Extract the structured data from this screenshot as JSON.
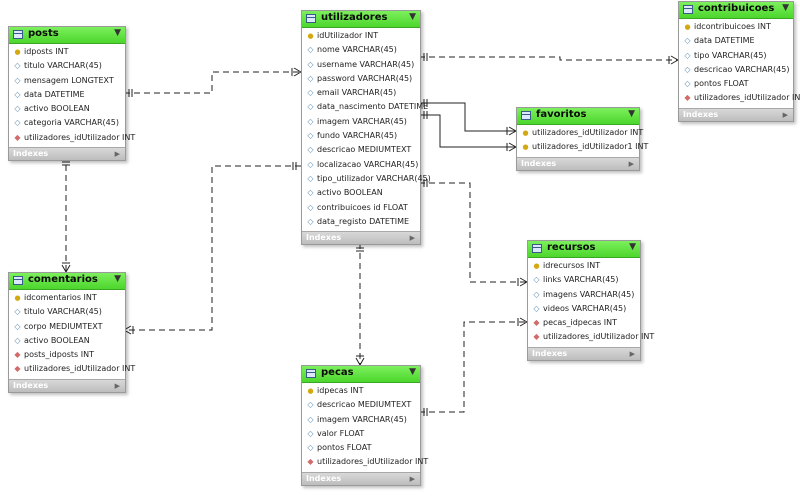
{
  "tables": [
    {
      "id": "posts",
      "name": "posts",
      "footer": "Indexes",
      "columns": [
        {
          "text": "idposts INT",
          "icon": "primary-key-icon"
        },
        {
          "text": "titulo VARCHAR(45)",
          "icon": "column-icon"
        },
        {
          "text": "mensagem LONGTEXT",
          "icon": "column-icon"
        },
        {
          "text": "data DATETIME",
          "icon": "column-icon"
        },
        {
          "text": "activo BOOLEAN",
          "icon": "column-icon"
        },
        {
          "text": "categoria VARCHAR(45)",
          "icon": "column-icon"
        },
        {
          "text": "utilizadores_idUtilizador INT",
          "icon": "foreign-key-icon"
        }
      ]
    },
    {
      "id": "utilizadores",
      "name": "utilizadores",
      "footer": "Indexes",
      "columns": [
        {
          "text": "idUtilizador INT",
          "icon": "primary-key-icon"
        },
        {
          "text": "nome VARCHAR(45)",
          "icon": "column-icon"
        },
        {
          "text": "username VARCHAR(45)",
          "icon": "column-icon"
        },
        {
          "text": "password VARCHAR(45)",
          "icon": "column-icon"
        },
        {
          "text": "email VARCHAR(45)",
          "icon": "column-icon"
        },
        {
          "text": "data_nascimento DATETIME",
          "icon": "column-icon"
        },
        {
          "text": "imagem VARCHAR(45)",
          "icon": "column-icon"
        },
        {
          "text": "fundo VARCHAR(45)",
          "icon": "column-icon"
        },
        {
          "text": "descricao MEDIUMTEXT",
          "icon": "column-icon"
        },
        {
          "text": "localizacao VARCHAR(45)",
          "icon": "column-icon"
        },
        {
          "text": "tipo_utilizador VARCHAR(45)",
          "icon": "column-icon"
        },
        {
          "text": "activo BOOLEAN",
          "icon": "column-icon"
        },
        {
          "text": "contribuicoes id FLOAT",
          "icon": "column-icon"
        },
        {
          "text": "data_registo DATETIME",
          "icon": "column-icon"
        }
      ]
    },
    {
      "id": "contribuicoes",
      "name": "contribuicoes",
      "footer": "Indexes",
      "columns": [
        {
          "text": "idcontribuicoes INT",
          "icon": "primary-key-icon"
        },
        {
          "text": "data DATETIME",
          "icon": "column-icon"
        },
        {
          "text": "tipo VARCHAR(45)",
          "icon": "column-icon"
        },
        {
          "text": "descricao VARCHAR(45)",
          "icon": "column-icon"
        },
        {
          "text": "pontos FLOAT",
          "icon": "column-icon"
        },
        {
          "text": "utilizadores_idUtilizador INT",
          "icon": "foreign-key-icon"
        }
      ]
    },
    {
      "id": "favoritos",
      "name": "favoritos",
      "footer": "Indexes",
      "columns": [
        {
          "text": "utilizadores_idUtilizador INT",
          "icon": "primary-key-icon"
        },
        {
          "text": "utilizadores_idUtilizador1 INT",
          "icon": "primary-key-icon"
        }
      ]
    },
    {
      "id": "comentarios",
      "name": "comentarios",
      "footer": "Indexes",
      "columns": [
        {
          "text": "idcomentarios INT",
          "icon": "primary-key-icon"
        },
        {
          "text": "titulo VARCHAR(45)",
          "icon": "column-icon"
        },
        {
          "text": "corpo MEDIUMTEXT",
          "icon": "column-icon"
        },
        {
          "text": "activo BOOLEAN",
          "icon": "column-icon"
        },
        {
          "text": "posts_idposts INT",
          "icon": "foreign-key-icon"
        },
        {
          "text": "utilizadores_idUtilizador INT",
          "icon": "foreign-key-icon"
        }
      ]
    },
    {
      "id": "recursos",
      "name": "recursos",
      "footer": "Indexes",
      "columns": [
        {
          "text": "idrecursos INT",
          "icon": "primary-key-icon"
        },
        {
          "text": "links VARCHAR(45)",
          "icon": "column-icon"
        },
        {
          "text": "imagens VARCHAR(45)",
          "icon": "column-icon"
        },
        {
          "text": "videos VARCHAR(45)",
          "icon": "column-icon"
        },
        {
          "text": "pecas_idpecas INT",
          "icon": "foreign-key-icon"
        },
        {
          "text": "utilizadores_idUtilizador INT",
          "icon": "foreign-key-icon"
        }
      ]
    },
    {
      "id": "pecas",
      "name": "pecas",
      "footer": "Indexes",
      "columns": [
        {
          "text": "idpecas INT",
          "icon": "primary-key-icon"
        },
        {
          "text": "descricao MEDIUMTEXT",
          "icon": "column-icon"
        },
        {
          "text": "imagem VARCHAR(45)",
          "icon": "column-icon"
        },
        {
          "text": "valor FLOAT",
          "icon": "column-icon"
        },
        {
          "text": "pontos FLOAT",
          "icon": "column-icon"
        },
        {
          "text": "utilizadores_idUtilizador INT",
          "icon": "foreign-key-icon"
        }
      ]
    }
  ],
  "relationships": [
    {
      "from": "posts",
      "to": "utilizadores",
      "style": "dashed"
    },
    {
      "from": "utilizadores",
      "to": "contribuicoes",
      "style": "dashed"
    },
    {
      "from": "utilizadores",
      "to": "favoritos",
      "style": "solid"
    },
    {
      "from": "utilizadores",
      "to": "favoritos",
      "style": "solid"
    },
    {
      "from": "posts",
      "to": "comentarios",
      "style": "dashed"
    },
    {
      "from": "utilizadores",
      "to": "comentarios",
      "style": "dashed"
    },
    {
      "from": "utilizadores",
      "to": "recursos",
      "style": "dashed"
    },
    {
      "from": "utilizadores",
      "to": "pecas",
      "style": "dashed"
    },
    {
      "from": "pecas",
      "to": "recursos",
      "style": "dashed"
    }
  ],
  "colors": {
    "header": "#4cd62c",
    "footer": "#c4c4c4",
    "primary_key": "#d4a810",
    "foreign_key": "#d26a6a",
    "line": "#222222"
  }
}
